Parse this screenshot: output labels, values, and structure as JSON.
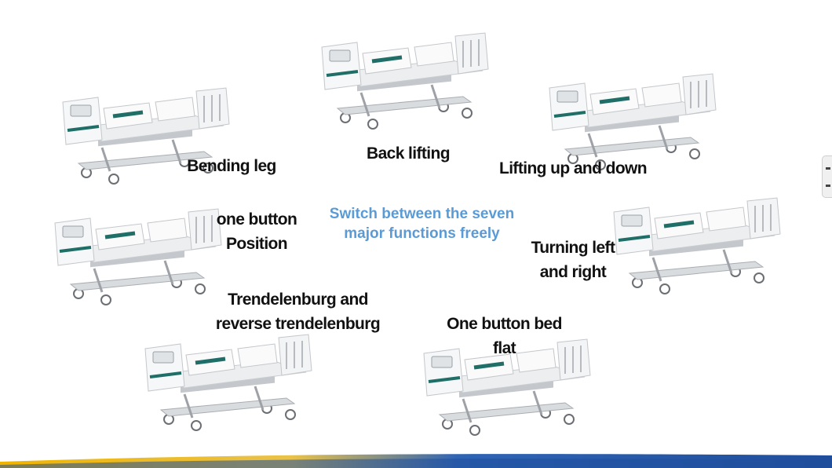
{
  "center_caption": {
    "line1": "Switch between the seven",
    "line2": "major functions freely"
  },
  "functions": [
    {
      "name": "Bending leg",
      "lines": [
        "Bending leg"
      ]
    },
    {
      "name": "Back lifting",
      "lines": [
        "Back lifting"
      ]
    },
    {
      "name": "Lifting up and down",
      "lines": [
        "Lifting up and down"
      ]
    },
    {
      "name": "one button Position",
      "lines": [
        "one  button",
        "Position"
      ]
    },
    {
      "name": "Turning left and right",
      "lines": [
        "Turning left",
        "and right"
      ]
    },
    {
      "name": "Trendelenburg and reverse trendelenburg",
      "lines": [
        "Trendelenburg and",
        "reverse trendelenburg"
      ]
    },
    {
      "name": "One button bed flat",
      "lines": [
        "One button bed",
        "flat"
      ]
    }
  ],
  "colors": {
    "caption": "#5b9bd5",
    "bed_body": "#f4f5f6",
    "bed_outline": "#c9ccd0",
    "bed_accent": "#1f6f68",
    "frame": "#b9bdc2",
    "band_yellow": "#f0b400",
    "band_blue": "#1f4e9c"
  },
  "icons": [
    "hospital-bed-icon"
  ]
}
